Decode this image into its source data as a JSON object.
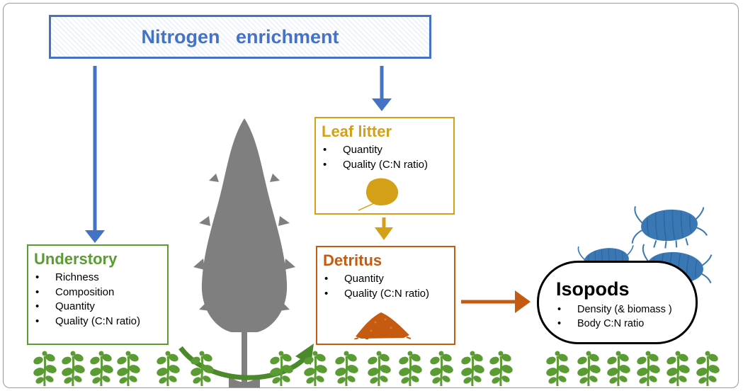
{
  "nitrogen": {
    "title": "Nitrogen   enrichment"
  },
  "understory": {
    "title": "Understory",
    "items": [
      "Richness",
      "Composition",
      "Quantity",
      "Quality (C:N ratio)"
    ]
  },
  "leaf_litter": {
    "title": "Leaf litter",
    "items": [
      "Quantity",
      "Quality (C:N ratio)"
    ]
  },
  "detritus": {
    "title": "Detritus",
    "items": [
      "Quantity",
      "Quality (C:N ratio)"
    ]
  },
  "isopods": {
    "title": "Isopods",
    "items": [
      "Density (& biomass   )",
      "Body  C:N ratio"
    ]
  },
  "colors": {
    "nitrogen": "#4472c4",
    "understory": "#5b9b33",
    "leaf_litter": "#d4a017",
    "detritus": "#c55a11",
    "tree": "#7f7f7f",
    "isopod": "#3a78b5",
    "plants": "#5b9b33"
  },
  "icons": [
    "leaf-icon",
    "detritus-pile-icon",
    "tree-silhouette",
    "isopod-icon",
    "seedling-icon"
  ]
}
